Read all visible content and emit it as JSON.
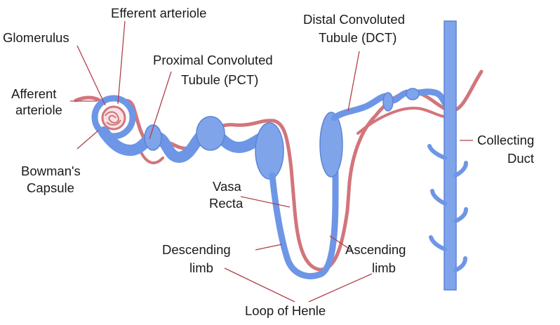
{
  "labels": {
    "efferent_arteriole": "Efferent arteriole",
    "glomerulus": "Glomerulus",
    "afferent_line1": "Afferent",
    "afferent_line2": "arteriole",
    "bowmans_line1": "Bowman's",
    "bowmans_line2": "Capsule",
    "pct_line1": "Proximal Convoluted",
    "pct_line2": "Tubule (PCT)",
    "dct_line1": "Distal Convoluted",
    "dct_line2": "Tubule (DCT)",
    "vasa_line1": "Vasa",
    "vasa_line2": "Recta",
    "descending_line1": "Descending",
    "descending_line2": "limb",
    "ascending_line1": "Ascending",
    "ascending_line2": "limb",
    "loop_of_henle": "Loop of Henle",
    "collecting_line1": "Collecting",
    "collecting_line2": "Duct"
  },
  "colors": {
    "tubule_blue": "#7fa4ea",
    "vessel_red": "#d2757b",
    "leader_line": "#b0414a"
  }
}
